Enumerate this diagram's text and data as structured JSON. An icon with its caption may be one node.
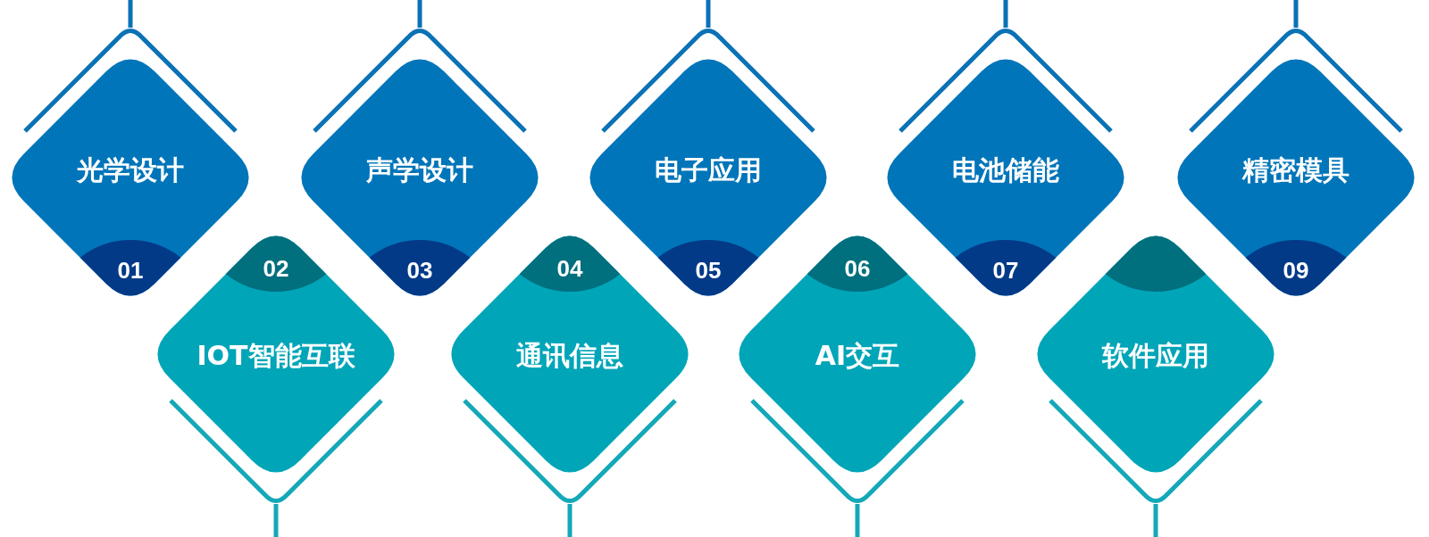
{
  "diagram": {
    "nodes": [
      {
        "text": [
          "光学设计",
          "01"
        ]
      },
      {
        "text": [
          "02",
          "IOT智能互联"
        ]
      },
      {
        "text": [
          "声学设计",
          "03"
        ]
      },
      {
        "text": [
          "04",
          "通讯信息"
        ]
      },
      {
        "text": [
          "电子应用",
          "05"
        ]
      },
      {
        "text": [
          "06",
          "AI交互"
        ]
      },
      {
        "text": [
          "电池储能",
          "07"
        ]
      },
      {
        "text": [
          "软件应用"
        ]
      },
      {
        "text": [
          "精密模具",
          "09"
        ]
      }
    ]
  }
}
